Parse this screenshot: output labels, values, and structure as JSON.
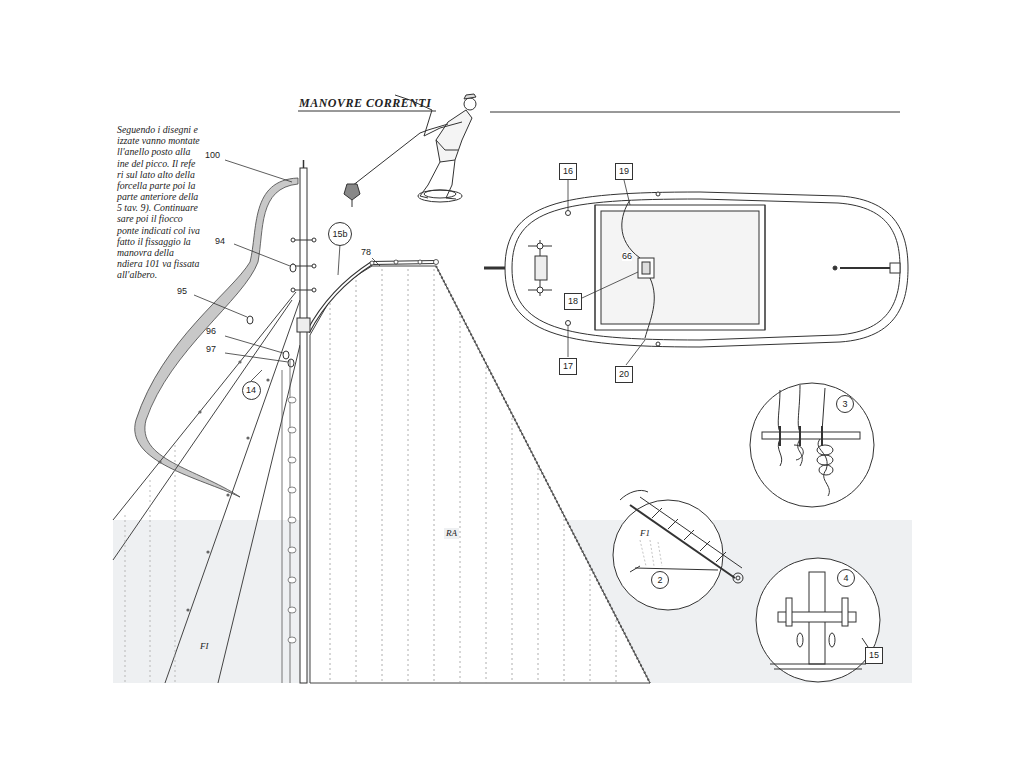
{
  "diagram": {
    "title": "MANOVRE CORRENTI",
    "nodes": [
      {
        "text": [
          "16"
        ]
      },
      {
        "text": [
          "19"
        ]
      },
      {
        "text": [
          "15b"
        ]
      },
      {
        "text": [
          "18"
        ]
      },
      {
        "text": [
          "17"
        ]
      },
      {
        "text": [
          "20"
        ]
      },
      {
        "text": [
          "14"
        ]
      },
      {
        "text": [
          "3"
        ]
      },
      {
        "text": [
          "2"
        ]
      },
      {
        "text": [
          "4"
        ]
      },
      {
        "text": [
          "15"
        ]
      }
    ],
    "labels": [
      "Seguendo i disegni e izzate vanno montate ll'anello posto alla ine del picco. Il refe ri sul lato alto della forcella parte poi la parte anteriore della 5 tav. 9). Continuare sare poi il fiocco ponte indicati col iva fatto il fissaggio la manovra della ndiera 101 va fissata all'albero.",
      "100",
      "94",
      "95",
      "96",
      "97",
      "78",
      "66",
      "RA",
      "F1",
      "FI"
    ]
  }
}
